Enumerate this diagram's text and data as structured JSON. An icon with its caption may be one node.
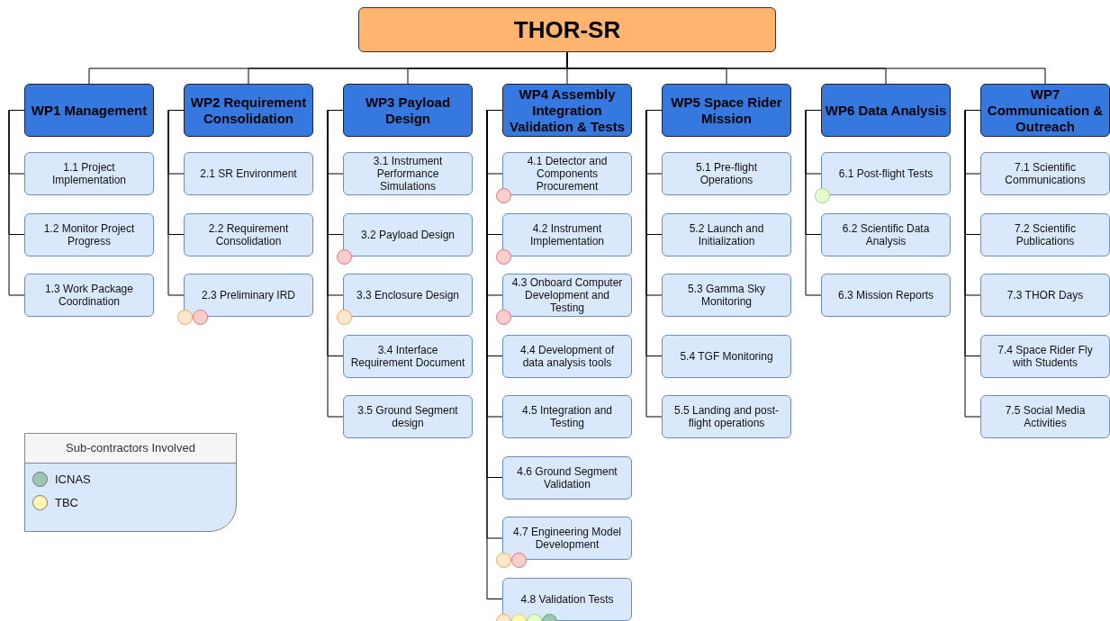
{
  "diagram": {
    "nodes": [
      {
        "text": [
          "THOR-SR"
        ]
      },
      {
        "text": [
          "WP1 Management"
        ]
      },
      {
        "text": [
          "1.1 Project Implementation"
        ]
      },
      {
        "text": [
          "1.2 Monitor Project Progress"
        ]
      },
      {
        "text": [
          "1.3 Work Package Coordination"
        ]
      },
      {
        "text": [
          "WP2 Requirement Consolidation"
        ]
      },
      {
        "text": [
          "2.1 SR Environment"
        ]
      },
      {
        "text": [
          "2.2 Requirement Consolidation"
        ]
      },
      {
        "text": [
          "2.3 Preliminary IRD"
        ]
      },
      {
        "text": [
          "WP3 Payload Design"
        ]
      },
      {
        "text": [
          "3.1 Instrument Performance Simulations"
        ]
      },
      {
        "text": [
          "3.2 Payload Design"
        ]
      },
      {
        "text": [
          "3.3 Enclosure Design"
        ]
      },
      {
        "text": [
          "3.4 Interface Requirement Document"
        ]
      },
      {
        "text": [
          "3.5 Ground Segment design"
        ]
      },
      {
        "text": [
          "WP4 Assembly Integration Validation & Tests"
        ]
      },
      {
        "text": [
          "4.1 Detector and Components Procurement"
        ]
      },
      {
        "text": [
          "4.2 Instrument Implementation"
        ]
      },
      {
        "text": [
          "4.3 Onboard Computer Development and Testing"
        ]
      },
      {
        "text": [
          "4.4 Development of data analysis tools"
        ]
      },
      {
        "text": [
          "4.5 Integration and Testing"
        ]
      },
      {
        "text": [
          "4.6 Ground Segment Validation"
        ]
      },
      {
        "text": [
          "4.7 Engineering Model Development"
        ]
      },
      {
        "text": [
          "4.8 Validation Tests"
        ]
      },
      {
        "text": [
          "WP5 Space Rider Mission"
        ]
      },
      {
        "text": [
          "5.1 Pre-flight Operations"
        ]
      },
      {
        "text": [
          "5.2 Launch and Initialization"
        ]
      },
      {
        "text": [
          "5.3 Gamma Sky Monitoring"
        ]
      },
      {
        "text": [
          "5.4 TGF Monitoring"
        ]
      },
      {
        "text": [
          "5.5 Landing and post-flight operations"
        ]
      },
      {
        "text": [
          "WP6 Data Analysis"
        ]
      },
      {
        "text": [
          "6.1 Post-flight Tests"
        ]
      },
      {
        "text": [
          "6.2 Scientific Data Analysis"
        ]
      },
      {
        "text": [
          "6.3 Mission Reports"
        ]
      },
      {
        "text": [
          "WP7 Communication & Outreach"
        ]
      },
      {
        "text": [
          "7.1 Scientific Communications"
        ]
      },
      {
        "text": [
          "7.2 Scientific Publications"
        ]
      },
      {
        "text": [
          "7.3 THOR Days"
        ]
      },
      {
        "text": [
          "7.4 Space Rider Fly with Students"
        ]
      },
      {
        "text": [
          "7.5 Social Media Activities"
        ]
      }
    ],
    "edges": [
      {
        "from": 0,
        "to": 1,
        "arrow": "none"
      },
      {
        "from": 0,
        "to": 5,
        "arrow": "none"
      },
      {
        "from": 0,
        "to": 9,
        "arrow": "none"
      },
      {
        "from": 0,
        "to": 15,
        "arrow": "none"
      },
      {
        "from": 0,
        "to": 24,
        "arrow": "none"
      },
      {
        "from": 0,
        "to": 30,
        "arrow": "none"
      },
      {
        "from": 0,
        "to": 34,
        "arrow": "none"
      },
      {
        "from": 1,
        "to": 2,
        "arrow": "none"
      },
      {
        "from": 1,
        "to": 3,
        "arrow": "none"
      },
      {
        "from": 1,
        "to": 4,
        "arrow": "none"
      },
      {
        "from": 5,
        "to": 6,
        "arrow": "none"
      },
      {
        "from": 5,
        "to": 7,
        "arrow": "none"
      },
      {
        "from": 5,
        "to": 8,
        "arrow": "none"
      },
      {
        "from": 9,
        "to": 10,
        "arrow": "none"
      },
      {
        "from": 9,
        "to": 11,
        "arrow": "none"
      },
      {
        "from": 9,
        "to": 12,
        "arrow": "none"
      },
      {
        "from": 9,
        "to": 13,
        "arrow": "none"
      },
      {
        "from": 9,
        "to": 14,
        "arrow": "none"
      },
      {
        "from": 15,
        "to": 16,
        "arrow": "none"
      },
      {
        "from": 15,
        "to": 17,
        "arrow": "none"
      },
      {
        "from": 15,
        "to": 18,
        "arrow": "none"
      },
      {
        "from": 15,
        "to": 19,
        "arrow": "none"
      },
      {
        "from": 15,
        "to": 20,
        "arrow": "none"
      },
      {
        "from": 15,
        "to": 21,
        "arrow": "none"
      },
      {
        "from": 15,
        "to": 22,
        "arrow": "none"
      },
      {
        "from": 15,
        "to": 23,
        "arrow": "none"
      },
      {
        "from": 24,
        "to": 25,
        "arrow": "none"
      },
      {
        "from": 24,
        "to": 26,
        "arrow": "none"
      },
      {
        "from": 24,
        "to": 27,
        "arrow": "none"
      },
      {
        "from": 24,
        "to": 28,
        "arrow": "none"
      },
      {
        "from": 24,
        "to": 29,
        "arrow": "none"
      },
      {
        "from": 30,
        "to": 31,
        "arrow": "none"
      },
      {
        "from": 30,
        "to": 32,
        "arrow": "none"
      },
      {
        "from": 30,
        "to": 33,
        "arrow": "none"
      },
      {
        "from": 34,
        "to": 35,
        "arrow": "none"
      },
      {
        "from": 34,
        "to": 36,
        "arrow": "none"
      },
      {
        "from": 34,
        "to": 37,
        "arrow": "none"
      },
      {
        "from": 34,
        "to": 38,
        "arrow": "none"
      },
      {
        "from": 34,
        "to": 39,
        "arrow": "none"
      }
    ],
    "labels": [
      "Sub-contractors Involved"
    ],
    "legend": [
      {
        "text": "ICNAS",
        "color": "#9ac7b0"
      },
      {
        "text": "TBC",
        "color": "#fff8b0"
      }
    ]
  }
}
